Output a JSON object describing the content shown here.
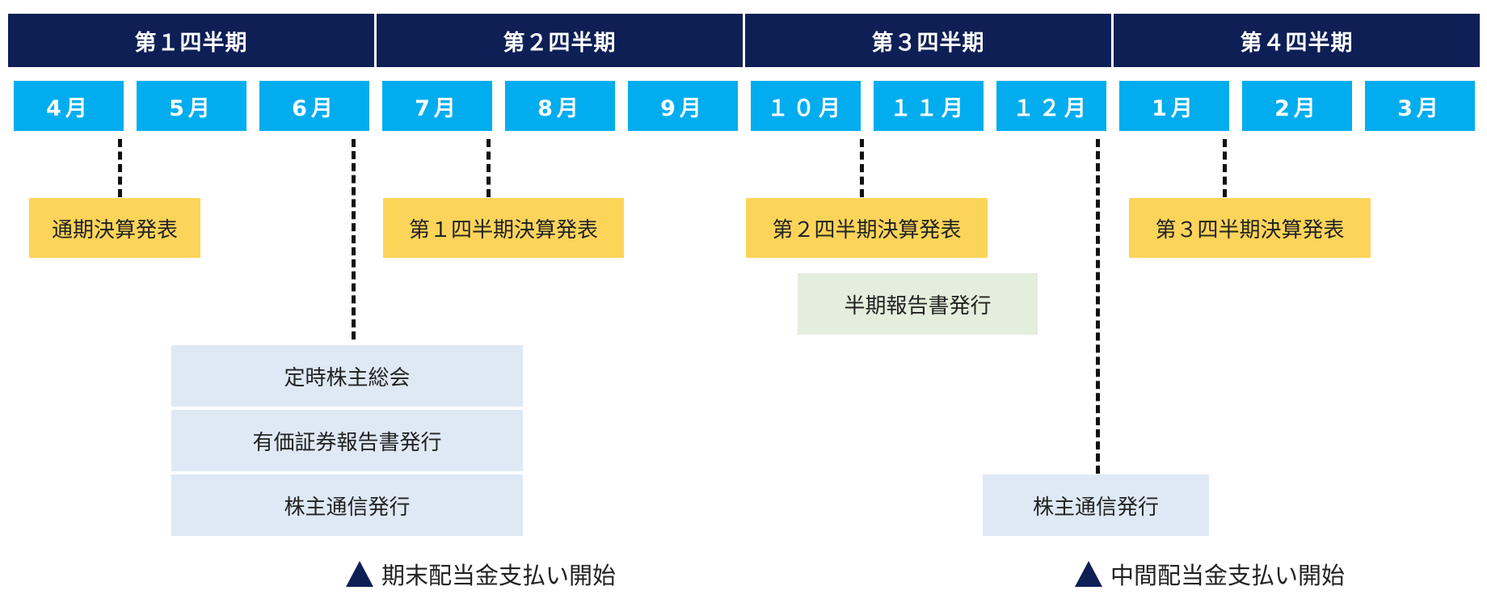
{
  "quarters": [
    "第１四半期",
    "第２四半期",
    "第３四半期",
    "第４四半期"
  ],
  "months": [
    "4月",
    "5月",
    "6月",
    "7月",
    "8月",
    "9月",
    "１０月",
    "１１月",
    "１２月",
    "1月",
    "2月",
    "3月"
  ],
  "events": {
    "annual_results": "通期決算発表",
    "q1_results": "第１四半期決算発表",
    "q2_results": "第２四半期決算発表",
    "q3_results": "第３四半期決算発表",
    "semiannual_report": "半期報告書発行",
    "agm": "定時株主総会",
    "securities_report": "有価証券報告書発行",
    "shareholder_newsletter_june": "株主通信発行",
    "shareholder_newsletter_december": "株主通信発行"
  },
  "notes": {
    "year_end_dividend": "期末配当金支払い開始",
    "interim_dividend": "中間配当金支払い開始"
  },
  "colors": {
    "navy": "#0e1f56",
    "cyan": "#01adee",
    "yellow": "#fcd45a",
    "green": "#e3eedc",
    "light_blue": "#dee9f5"
  }
}
